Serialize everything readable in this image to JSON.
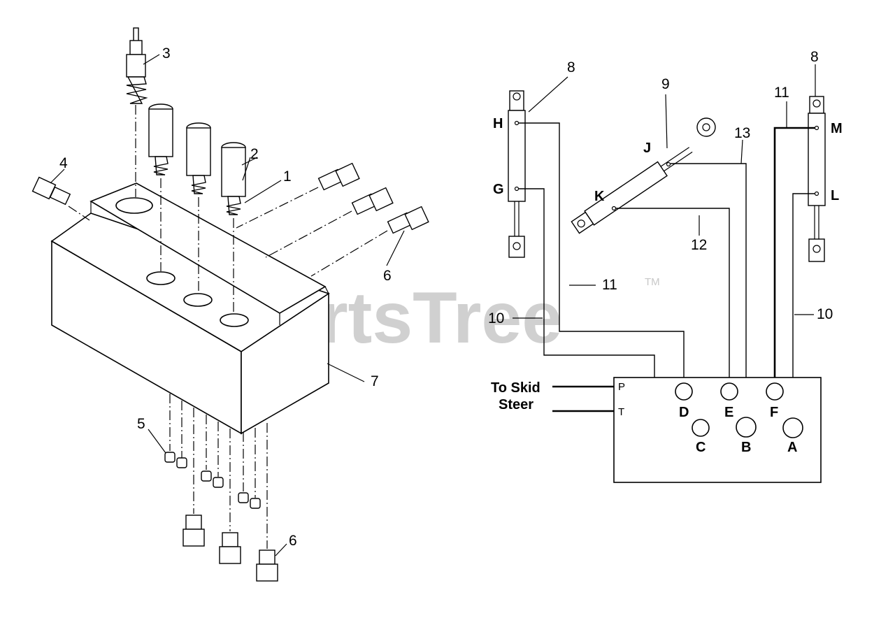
{
  "watermark": {
    "text": "PartsTree",
    "trademark": "TM"
  },
  "left_callouts": {
    "c1": "1",
    "c2": "2",
    "c3": "3",
    "c4": "4",
    "c5": "5",
    "c6a": "6",
    "c6b": "6",
    "c7": "7"
  },
  "right_callouts": {
    "c8a": "8",
    "c8b": "8",
    "c9": "9",
    "c10a": "10",
    "c10b": "10",
    "c11a": "11",
    "c11b": "11",
    "c12": "12",
    "c13": "13"
  },
  "cylinder_ports": {
    "H": "H",
    "G": "G",
    "J": "J",
    "K": "K",
    "M": "M",
    "L": "L"
  },
  "valve": {
    "inlet_label_line1": "To Skid",
    "inlet_label_line2": "Steer",
    "port_p": "P",
    "port_t": "T",
    "ports": {
      "A": "A",
      "B": "B",
      "C": "C",
      "D": "D",
      "E": "E",
      "F": "F"
    }
  }
}
